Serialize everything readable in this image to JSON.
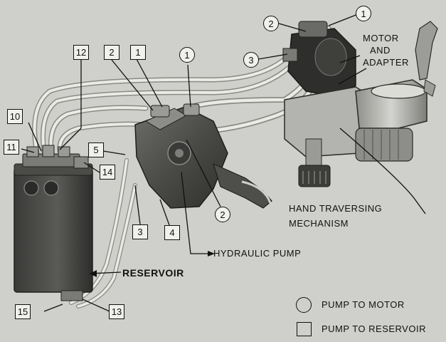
{
  "callouts": {
    "c1_top": "1",
    "c2_top": "2",
    "c3_left": "3",
    "c1_mid": "1",
    "c2_pump": "2",
    "s12": "12",
    "s2": "2",
    "s1": "1",
    "s10": "10",
    "s11": "11",
    "s5": "5",
    "s14": "14",
    "s3": "3",
    "s4": "4",
    "s15": "15",
    "s13": "13"
  },
  "labels": {
    "motor_line1": "MOTOR",
    "motor_line2": "AND",
    "motor_line3": "ADAPTER",
    "hand_line1": "HAND TRAVERSING",
    "hand_line2": "MECHANISM",
    "pump": "HYDRAULIC PUMP",
    "reservoir": "RESERVOIR"
  },
  "legend": {
    "circle": "PUMP TO MOTOR",
    "square": "PUMP TO RESERVOIR"
  },
  "colors": {
    "background": "#cfd0cb",
    "metal_dark": "#3a3b38",
    "metal_mid": "#6b6c68",
    "metal_light": "#a9aaa5",
    "tube": "#e4e4df",
    "ink": "#111111"
  }
}
